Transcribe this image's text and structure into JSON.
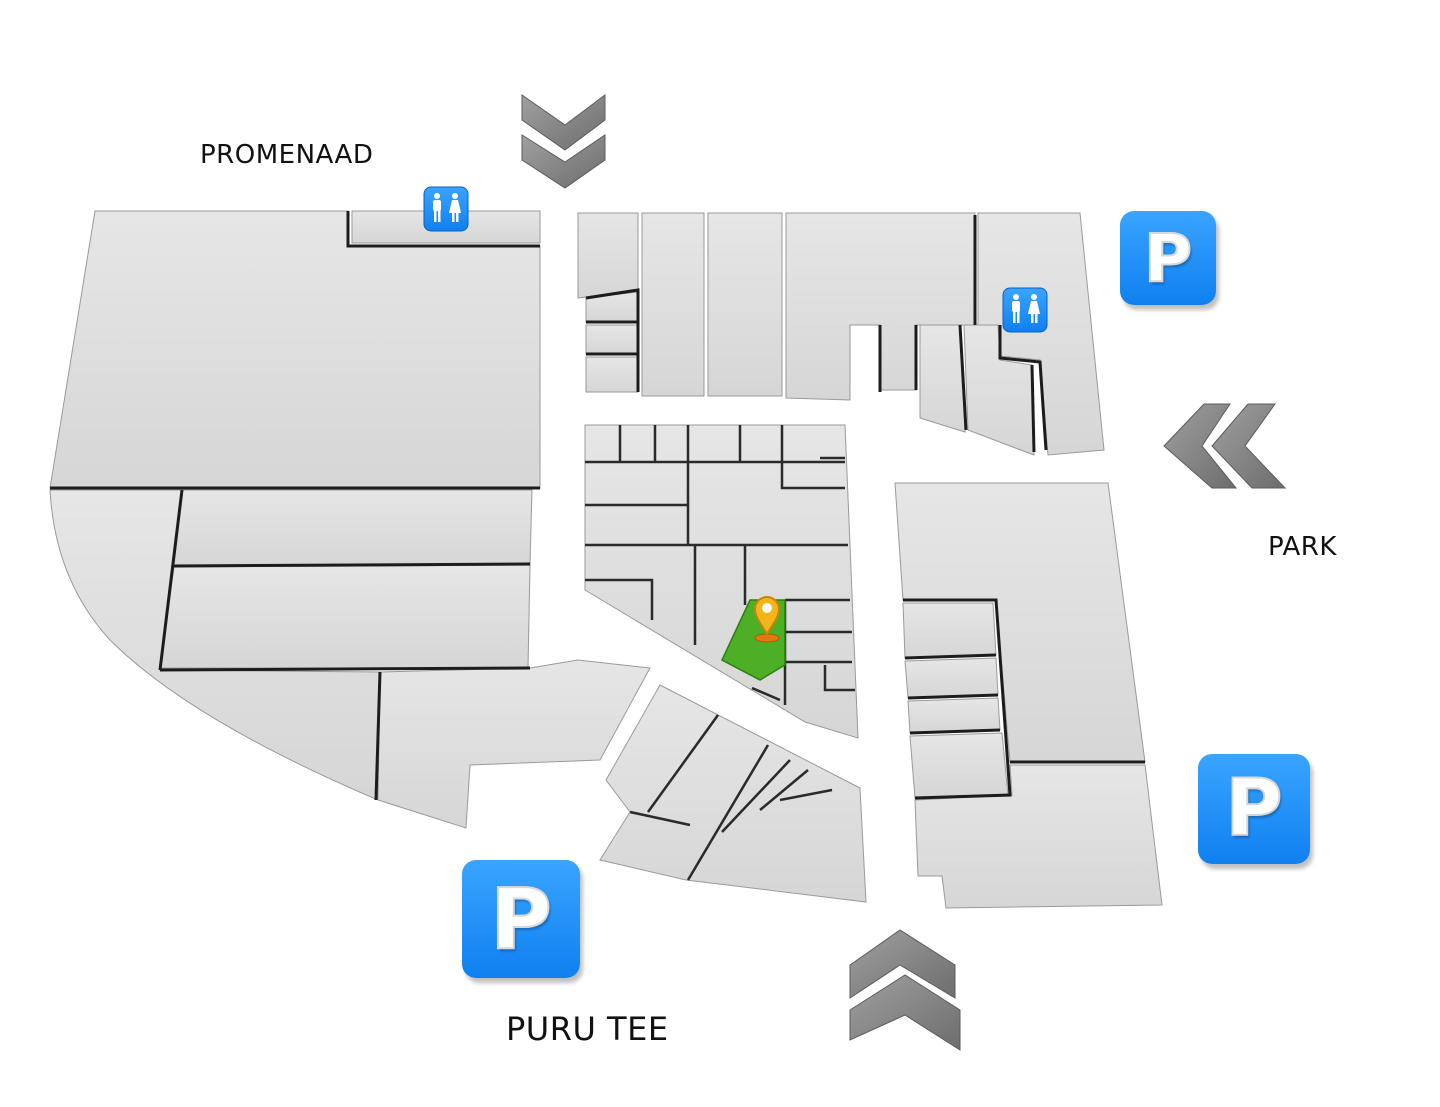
{
  "labels": {
    "promenaad": "PROMENAAD",
    "park": "PARK",
    "puru_tee": "PURU TEE"
  },
  "parking": [
    {
      "id": "parking-northeast",
      "label": "P"
    },
    {
      "id": "parking-east",
      "label": "P"
    },
    {
      "id": "parking-south",
      "label": "P"
    }
  ],
  "restrooms": [
    {
      "id": "restroom-north",
      "icon": "restroom-icon"
    },
    {
      "id": "restroom-northeast",
      "icon": "restroom-icon"
    }
  ],
  "entrances": [
    {
      "id": "entrance-north",
      "icon": "chevron-down-icon"
    },
    {
      "id": "entrance-east",
      "icon": "chevron-left-icon"
    },
    {
      "id": "entrance-south",
      "icon": "chevron-up-icon"
    }
  ],
  "highlighted_unit": {
    "icon": "location-pin-icon",
    "fill": "#4caf25"
  },
  "colors": {
    "parking_blue": "#1e90ff",
    "floor_gray": "#dedede",
    "wall_dark": "#1c1c1c",
    "arrow_gray": "#8a8a8a",
    "pin_orange": "#f0a020",
    "highlight_green": "#4caf25"
  }
}
